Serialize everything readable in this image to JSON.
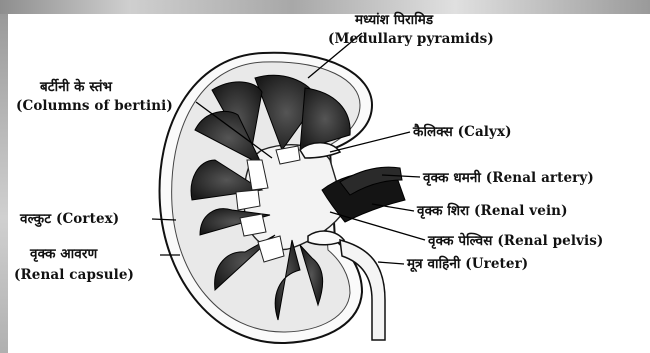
{
  "labels": {
    "pyramids_hi": "मध्यांश पिरामिड",
    "pyramids_en": "(Medullary pyramids)",
    "columns_hi": "बर्टीनी के स्तंभ",
    "columns_en": "(Columns of bertini)",
    "calyx": "कैलिक्स (Calyx)",
    "artery": "वृक्क धमनी (Renal artery)",
    "vein": "वृक्क शिरा (Renal vein)",
    "pelvis": "वृक्क पेल्विस (Renal pelvis)",
    "ureter": "मूत्र वाहिनी (Ureter)",
    "cortex": "वल्कुट (Cortex)",
    "capsule_hi": "वृक्क आवरण",
    "capsule_en": "(Renal capsule)"
  }
}
